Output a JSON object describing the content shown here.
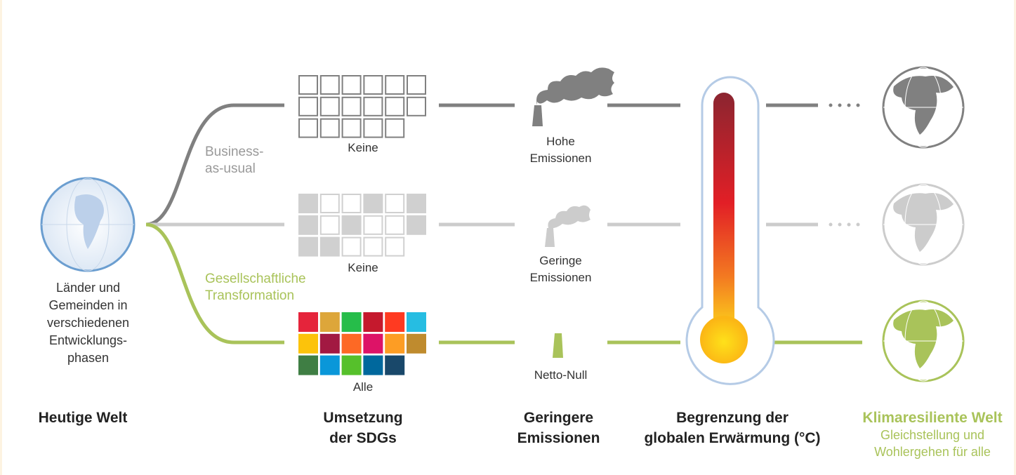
{
  "start": {
    "label": "Länder und Gemeinden in verschiedenen Entwicklungs-phasen",
    "lines": [
      "Länder und",
      "Gemeinden in",
      "verschiedenen",
      "Entwicklungs-",
      "phasen"
    ]
  },
  "paths": [
    {
      "name": "business",
      "label_lines": [
        "Business-",
        "as-usual"
      ],
      "color": "#808080"
    },
    {
      "name": "middle",
      "color": "#cccccc"
    },
    {
      "name": "transformation",
      "label_lines": [
        "Gesellschaftliche",
        "Transformation"
      ],
      "color": "#a9c35a"
    }
  ],
  "sdgs": {
    "top": "Keine",
    "middle": "Keine",
    "bottom": "Alle",
    "middle_filled": [
      1,
      0,
      0,
      1,
      0,
      1,
      1,
      0,
      1,
      0,
      0,
      1,
      1,
      1,
      0,
      0,
      0
    ],
    "colors": [
      "#e5243b",
      "#dda63a",
      "#26bd4a",
      "#c5192d",
      "#ff3a21",
      "#26bde2",
      "#fcc30b",
      "#a21942",
      "#fd6925",
      "#dd1367",
      "#fd9d24",
      "#bf8b2e",
      "#3f7e44",
      "#0a97d9",
      "#56c02b",
      "#00689d",
      "#19486a"
    ]
  },
  "emissions": {
    "top": [
      "Hohe",
      "Emissionen"
    ],
    "middle": [
      "Geringe",
      "Emissionen"
    ],
    "bottom": "Netto-Null"
  },
  "headers": {
    "col1": "Heutige Welt",
    "col2": [
      "Umsetzung",
      "der SDGs"
    ],
    "col3": [
      "Geringere",
      "Emissionen"
    ],
    "col4": [
      "Begrenzung der",
      "globalen Erwärmung (°C)"
    ],
    "col5": "Klimaresiliente Welt",
    "col5_sub": [
      "Gleichstellung und",
      "Wohlergehen für alle"
    ]
  },
  "colors": {
    "gray": "#808080",
    "light": "#cccccc",
    "green": "#a9c35a",
    "blue": "#6b9ed0"
  }
}
